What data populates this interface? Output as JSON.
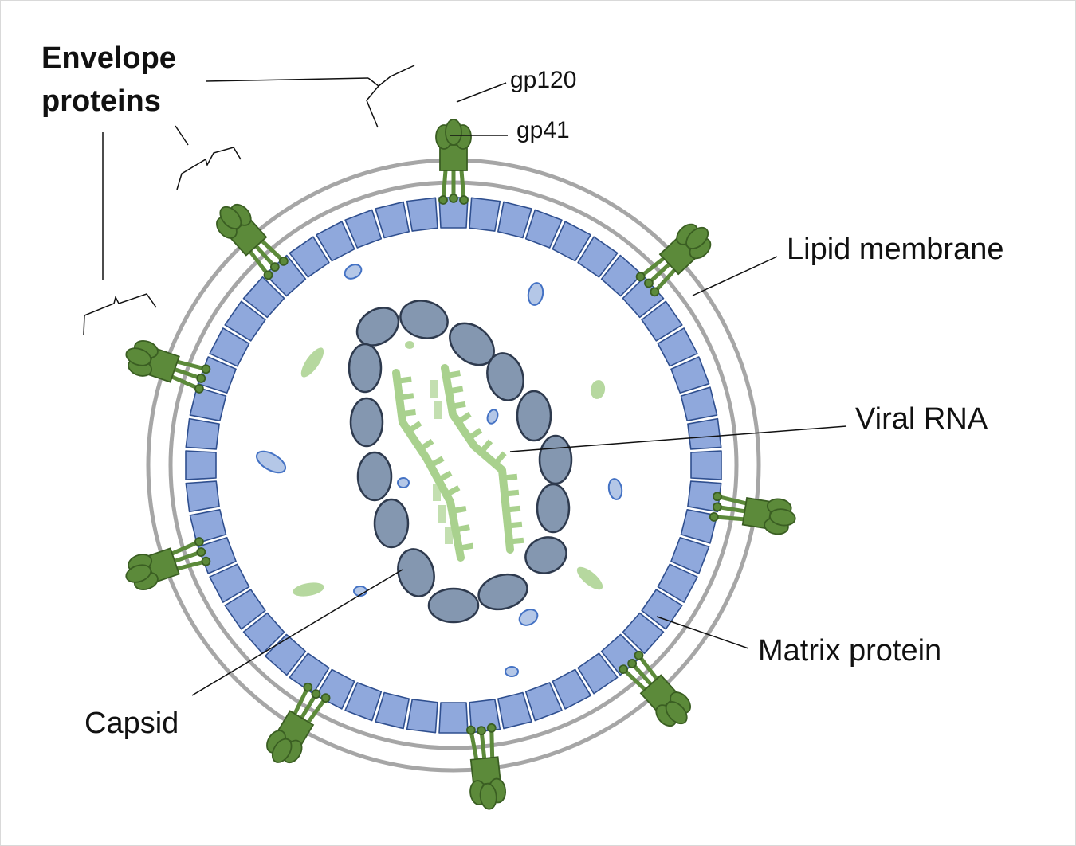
{
  "labels": {
    "envelope_line1": "Envelope",
    "envelope_line2": "proteins",
    "gp120": "gp120",
    "gp41": "gp41",
    "lipid_membrane": "Lipid membrane",
    "viral_rna": "Viral RNA",
    "matrix_protein": "Matrix protein",
    "capsid": "Capsid"
  },
  "colors": {
    "membrane": "#a6a6a6",
    "matrix_fill": "#8fa8dc",
    "matrix_stroke": "#2f4f8f",
    "capsid_fill": "#8497b0",
    "capsid_stroke": "#2e3a4e",
    "envelope_fill": "#5c8a3a",
    "envelope_stroke": "#3a5e22",
    "rna": "#a9d18e",
    "debris_blue": "#b4c7e7"
  }
}
